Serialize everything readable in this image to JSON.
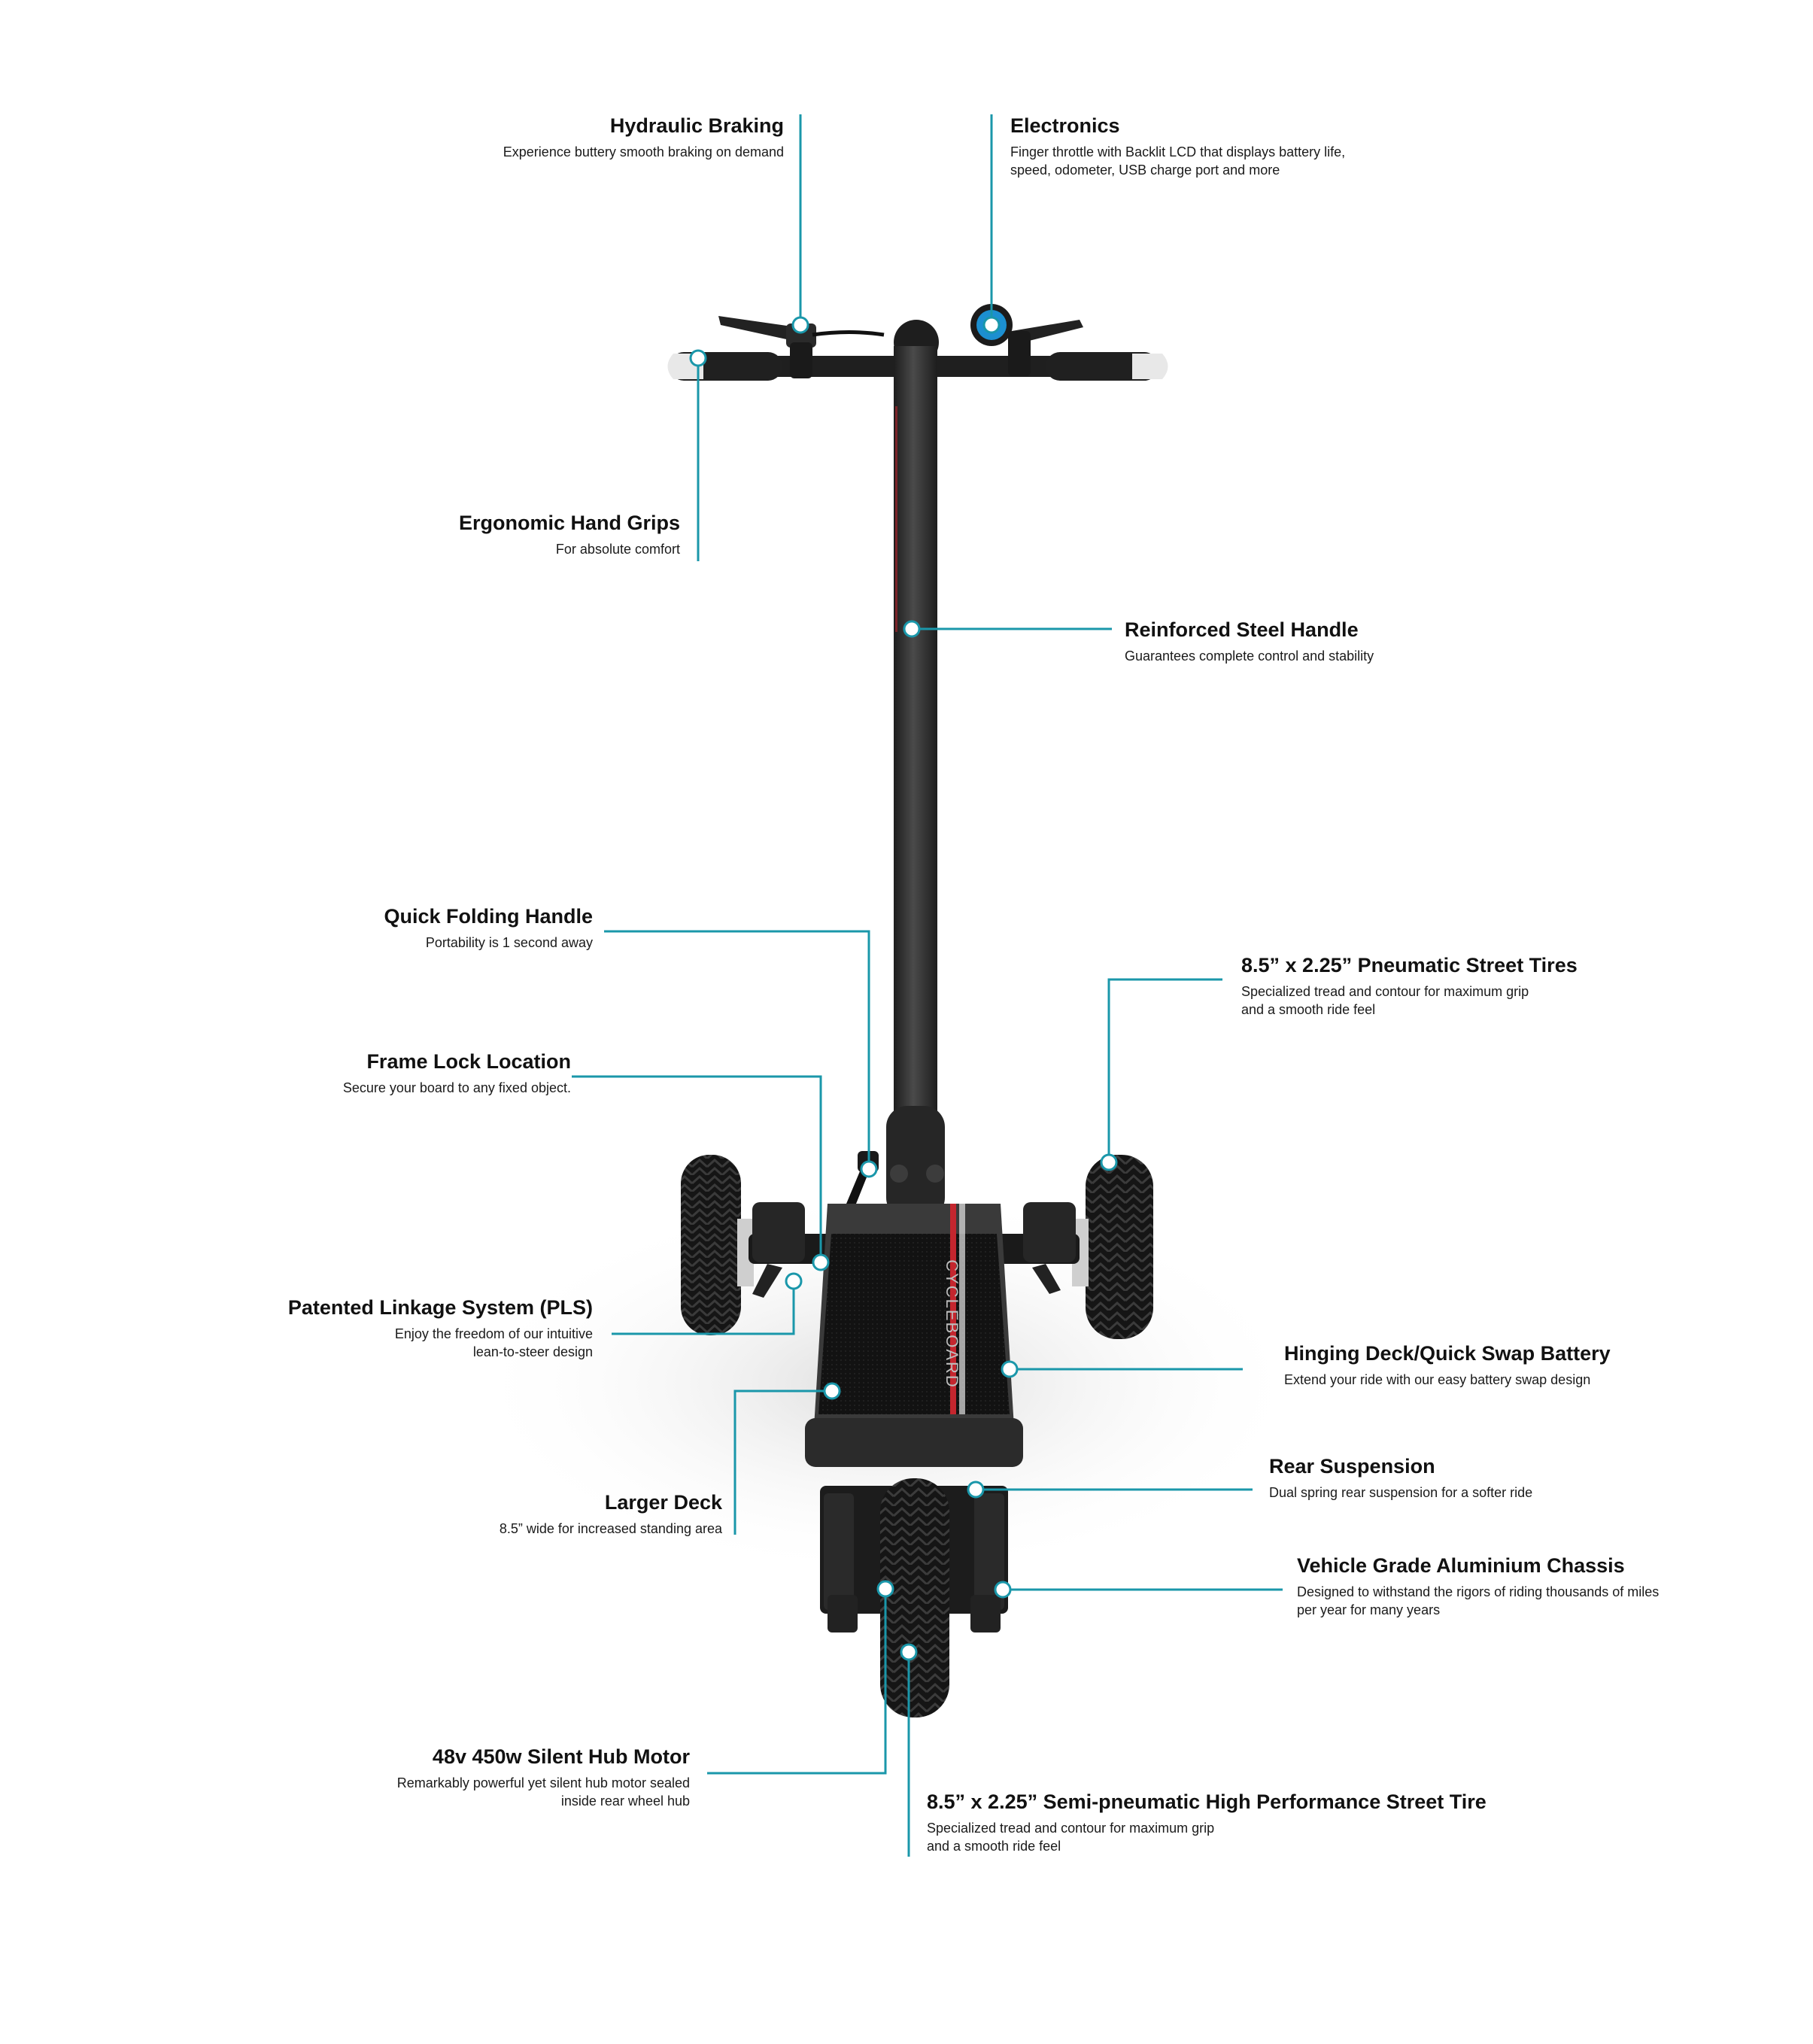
{
  "colors": {
    "accent": "#1a97aa",
    "frame": "#2a2a2a",
    "tire": "#141414",
    "grip": "#e8e8e8",
    "stripe": "#c4262e",
    "lcd": "#1c8fd0"
  },
  "deck_brand": "CYCLEBOARD",
  "callouts": [
    {
      "id": "hydraulic-braking",
      "title": "Hydraulic Braking",
      "desc": "Experience buttery smooth braking on demand"
    },
    {
      "id": "electronics",
      "title": "Electronics",
      "desc": "Finger throttle with Backlit LCD that displays battery life,\nspeed, odometer,  USB charge port and more"
    },
    {
      "id": "ergonomic-hand-grips",
      "title": "Ergonomic Hand Grips",
      "desc": "For absolute comfort"
    },
    {
      "id": "reinforced-steel-handle",
      "title": "Reinforced Steel Handle",
      "desc": "Guarantees complete control and stability"
    },
    {
      "id": "quick-folding-handle",
      "title": "Quick Folding Handle",
      "desc": "Portability is 1 second away"
    },
    {
      "id": "pneumatic-street-tires",
      "title": "8.5” x 2.25” Pneumatic Street Tires",
      "desc": "Specialized tread and contour for maximum grip\nand a smooth ride feel"
    },
    {
      "id": "frame-lock-location",
      "title": "Frame Lock Location",
      "desc": "Secure your board to any fixed object."
    },
    {
      "id": "patented-linkage-system",
      "title": "Patented Linkage System (PLS)",
      "desc": "Enjoy the freedom of our intuitive\nlean-to-steer design"
    },
    {
      "id": "hinging-deck",
      "title": "Hinging Deck/Quick Swap Battery",
      "desc": "Extend your ride with our easy battery swap design"
    },
    {
      "id": "larger-deck",
      "title": "Larger Deck",
      "desc": "8.5” wide for increased standing area"
    },
    {
      "id": "rear-suspension",
      "title": "Rear Suspension",
      "desc": "Dual spring rear suspension for a softer ride"
    },
    {
      "id": "aluminium-chassis",
      "title": "Vehicle Grade Aluminium Chassis",
      "desc": "Designed to withstand the rigors of riding thousands of miles\nper year for many years"
    },
    {
      "id": "hub-motor",
      "title": "48v 450w Silent Hub Motor",
      "desc": "Remarkably powerful yet silent hub motor sealed\ninside rear wheel hub"
    },
    {
      "id": "semi-pneumatic-tire",
      "title": "8.5” x 2.25” Semi-pneumatic High Performance Street Tire",
      "desc": "Specialized tread and contour for maximum grip\nand a smooth ride feel"
    }
  ]
}
